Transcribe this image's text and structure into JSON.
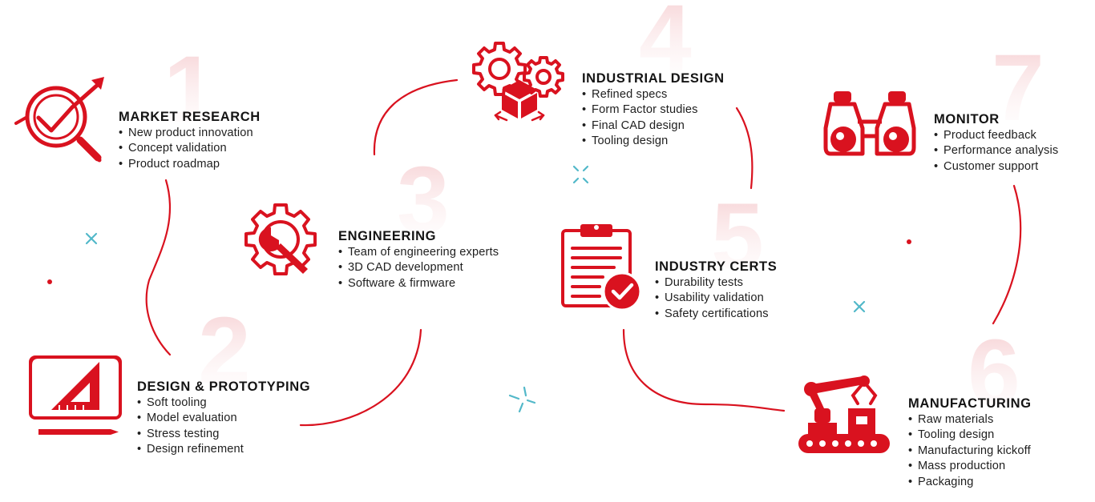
{
  "colors": {
    "accent": "#d9121f",
    "number_tint": "#f7d6d8",
    "sparkle": "#52b8c9",
    "text": "#141414"
  },
  "steps": [
    {
      "number": "1",
      "icon": "market-research-icon",
      "title": "MARKET RESEARCH",
      "items": [
        "New product innovation",
        "Concept validation",
        "Product roadmap"
      ]
    },
    {
      "number": "2",
      "icon": "blueprint-ruler-icon",
      "title": "DESIGN & PROTOTYPING",
      "items": [
        "Soft tooling",
        "Model evaluation",
        "Stress testing",
        "Design refinement"
      ]
    },
    {
      "number": "3",
      "icon": "gear-wrench-icon",
      "title": "ENGINEERING",
      "items": [
        "Team of engineering experts",
        "3D CAD development",
        "Software & firmware"
      ]
    },
    {
      "number": "4",
      "icon": "gears-cube-icon",
      "title": "INDUSTRIAL DESIGN",
      "items": [
        "Refined specs",
        "Form Factor studies",
        "Final CAD design",
        "Tooling design"
      ]
    },
    {
      "number": "5",
      "icon": "clipboard-check-icon",
      "title": "INDUSTRY CERTS",
      "items": [
        "Durability tests",
        "Usability validation",
        "Safety certifications"
      ]
    },
    {
      "number": "6",
      "icon": "robot-arm-conveyor-icon",
      "title": "MANUFACTURING",
      "items": [
        "Raw materials",
        "Tooling design",
        "Manufacturing kickoff",
        "Mass production",
        "Packaging"
      ]
    },
    {
      "number": "7",
      "icon": "binoculars-icon",
      "title": "MONITOR",
      "items": [
        "Product feedback",
        "Performance analysis",
        "Customer support"
      ]
    }
  ]
}
